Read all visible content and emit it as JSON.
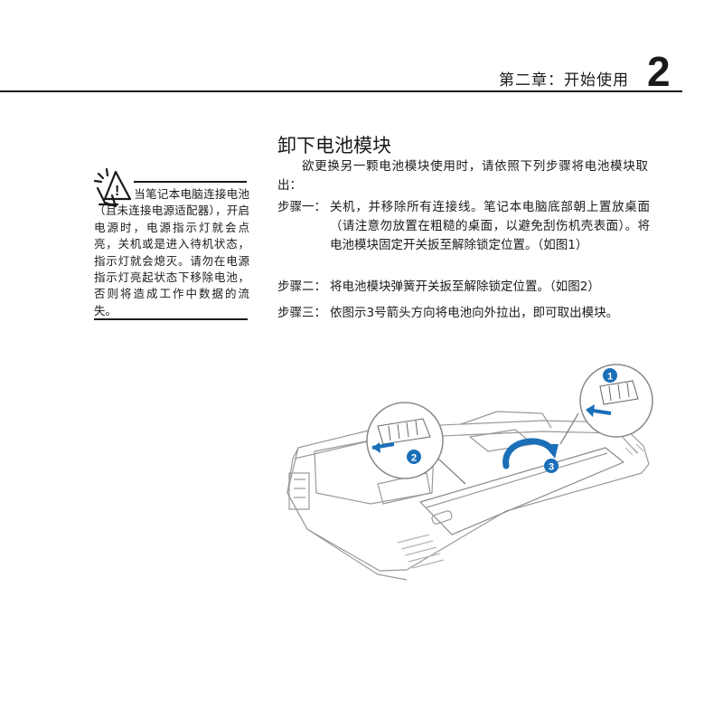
{
  "header": {
    "chapter_label": "第二章：开始使用",
    "chapter_number": "2"
  },
  "note": {
    "icon": "warning-note-icon",
    "line1": "当笔记本电脑连接电",
    "text": "池（且未连接电源适配器），开启电源时，电源指示灯就会点亮，关机或是进入待机状态，指示灯就会熄灭。请勿在电源指示灯亮起状态下移除电池，否则将造成工作中数据的流失。"
  },
  "section": {
    "title": "卸下电池模块",
    "intro": "欲更换另一颗电池模块使用时，请依照下列步骤将电池模块取出：",
    "steps": [
      {
        "label": "步骤一：",
        "text": "关机，并移除所有连接线。笔记本电脑底部朝上置放桌面（请注意勿放置在粗糙的桌面，以避免刮伤机壳表面）。将电池模块固定开关扳至解除锁定位置。（如图1）"
      },
      {
        "label": "步骤二：",
        "text": "将电池模块弹簧开关扳至解除锁定位置。（如图2）"
      },
      {
        "label": "步骤三：",
        "text": "依图示3号箭头方向将电池向外拉出，即可取出模块。"
      }
    ]
  },
  "illustration": {
    "name": "laptop-battery-removal-diagram",
    "callouts": [
      "1",
      "2",
      "3"
    ],
    "accent_color": "#1a6fb8"
  }
}
